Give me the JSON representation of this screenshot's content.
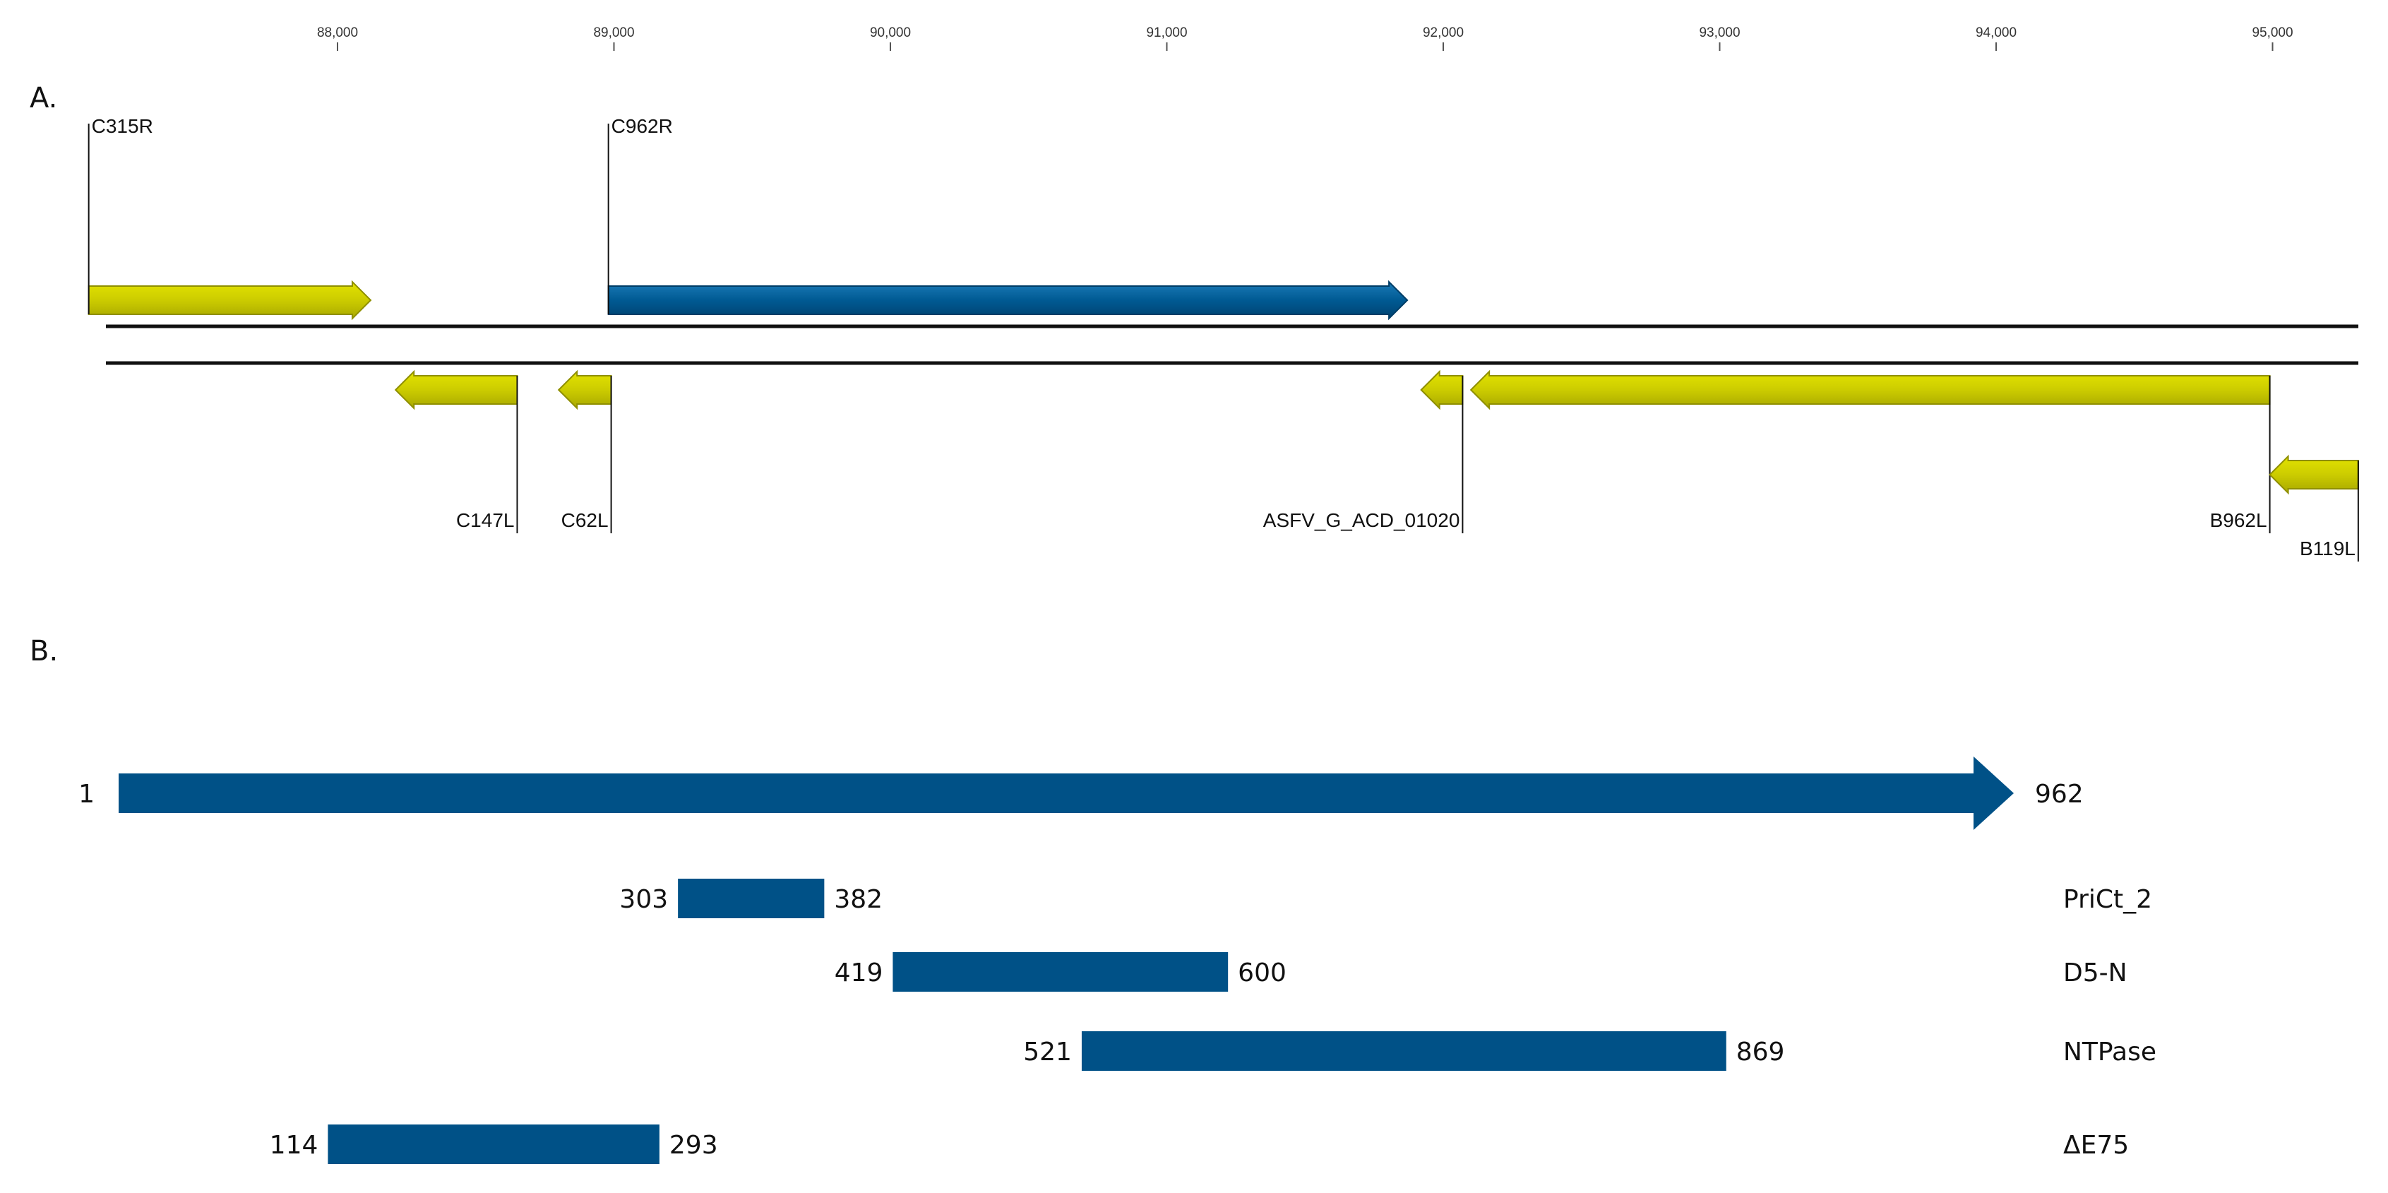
{
  "colors": {
    "forward_gene": "#005a93",
    "accessory_gene": "#c8c800",
    "domain_bar": "#005187",
    "line": "#111111"
  },
  "panel_a": {
    "label": "A.",
    "axis_ticks": [
      {
        "pos": 88000,
        "label": "88,000"
      },
      {
        "pos": 89000,
        "label": "89,000"
      },
      {
        "pos": 90000,
        "label": "90,000"
      },
      {
        "pos": 91000,
        "label": "91,000"
      },
      {
        "pos": 92000,
        "label": "92,000"
      },
      {
        "pos": 93000,
        "label": "93,000"
      },
      {
        "pos": 94000,
        "label": "94,000"
      },
      {
        "pos": 95000,
        "label": "95,000"
      }
    ],
    "genes": [
      {
        "name": "C315R",
        "start": 87100,
        "end": 88120,
        "strand": "+",
        "color": "accessory"
      },
      {
        "name": "C962R",
        "start": 88980,
        "end": 91870,
        "strand": "+",
        "color": "forward"
      },
      {
        "name": "C147L",
        "start": 88210,
        "end": 88650,
        "strand": "-",
        "color": "accessory"
      },
      {
        "name": "C62L",
        "start": 88800,
        "end": 88990,
        "strand": "-",
        "color": "accessory"
      },
      {
        "name": "ASFV_G_ACD_01020",
        "start": 91920,
        "end": 92070,
        "strand": "-",
        "color": "accessory"
      },
      {
        "name": "B962L",
        "start": 92100,
        "end": 94990,
        "strand": "-",
        "color": "accessory"
      },
      {
        "name": "B119L",
        "start": 94990,
        "end": 95310,
        "strand": "-",
        "color": "accessory"
      }
    ]
  },
  "panel_b": {
    "label": "B.",
    "protein": {
      "start": 1,
      "end": 962,
      "start_label": "1",
      "end_label": "962"
    },
    "domains": [
      {
        "name": "PriCt_2",
        "start": 303,
        "end": 382,
        "start_label": "303",
        "end_label": "382"
      },
      {
        "name": "D5-N",
        "start": 419,
        "end": 600,
        "start_label": "419",
        "end_label": "600"
      },
      {
        "name": "NTPase",
        "start": 521,
        "end": 869,
        "start_label": "521",
        "end_label": "869"
      },
      {
        "name": "ΔE75",
        "start": 114,
        "end": 293,
        "start_label": "114",
        "end_label": "293"
      }
    ]
  }
}
